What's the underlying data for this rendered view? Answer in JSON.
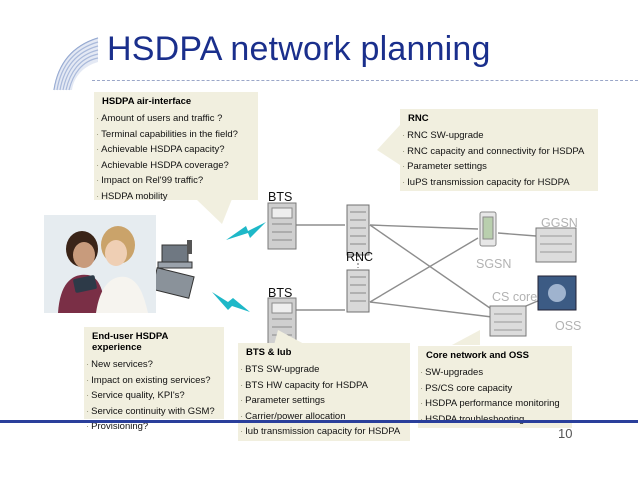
{
  "title": "HSDPA network planning",
  "page_number": "10",
  "nodes": {
    "bts_top": "BTS",
    "bts_bottom": "BTS",
    "rnc": "RNC",
    "ggsn": "GGSN",
    "sgsn": "SGSN",
    "cs_core": "CS core",
    "oss": "OSS"
  },
  "callouts": {
    "air_interface": {
      "heading": "HSDPA air-interface",
      "items": [
        "Amount of users and traffic ?",
        "Terminal capabilities in the field?",
        "Achievable HSDPA capacity?",
        "Achievable HSDPA coverage?",
        "Impact on Rel'99 traffic?",
        "HSDPA mobility"
      ]
    },
    "rnc": {
      "heading": "RNC",
      "items": [
        "RNC SW-upgrade",
        "RNC capacity and connectivity for HSDPA",
        "Parameter settings",
        "IuPS transmission capacity for HSDPA"
      ]
    },
    "end_user": {
      "heading": "End-user HSDPA experience",
      "items": [
        "New services?",
        "Impact on existing services?",
        "Service quality, KPI's?",
        "Service continuity with GSM?",
        "Provisioning?"
      ]
    },
    "bts_iub": {
      "heading": "BTS & Iub",
      "items": [
        "BTS SW-upgrade",
        "BTS HW capacity for HSDPA",
        "Parameter settings",
        "Carrier/power allocation",
        "Iub transmission capacity for HSDPA"
      ]
    },
    "core_oss": {
      "heading": "Core network and OSS",
      "items": [
        "SW-upgrades",
        "PS/CS core capacity",
        "HSDPA performance monitoring",
        "HSDPA troubleshooting"
      ]
    }
  },
  "colors": {
    "title": "#1a2f8c",
    "callout_bg": "#f1efdf",
    "lightning": "#1eb8c8",
    "node_label_grey": "#b2b2b2",
    "bottom_rule": "#2a3f9b"
  }
}
